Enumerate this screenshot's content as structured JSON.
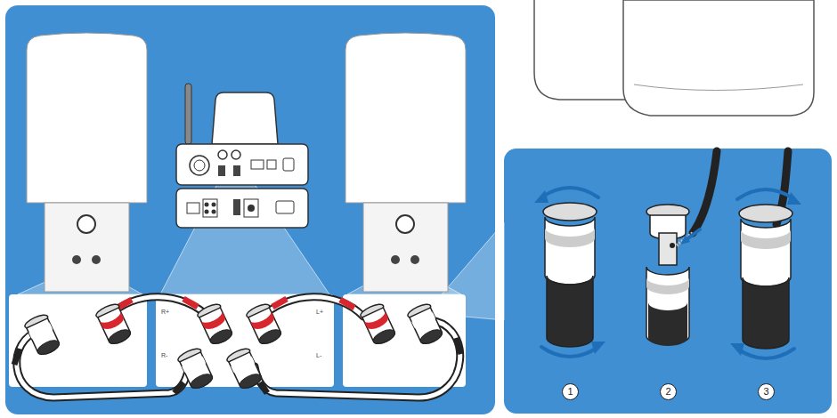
{
  "diagram": {
    "labels": [
      "R+",
      "L+",
      "R-",
      "L-",
      "1",
      "2",
      "3"
    ]
  }
}
